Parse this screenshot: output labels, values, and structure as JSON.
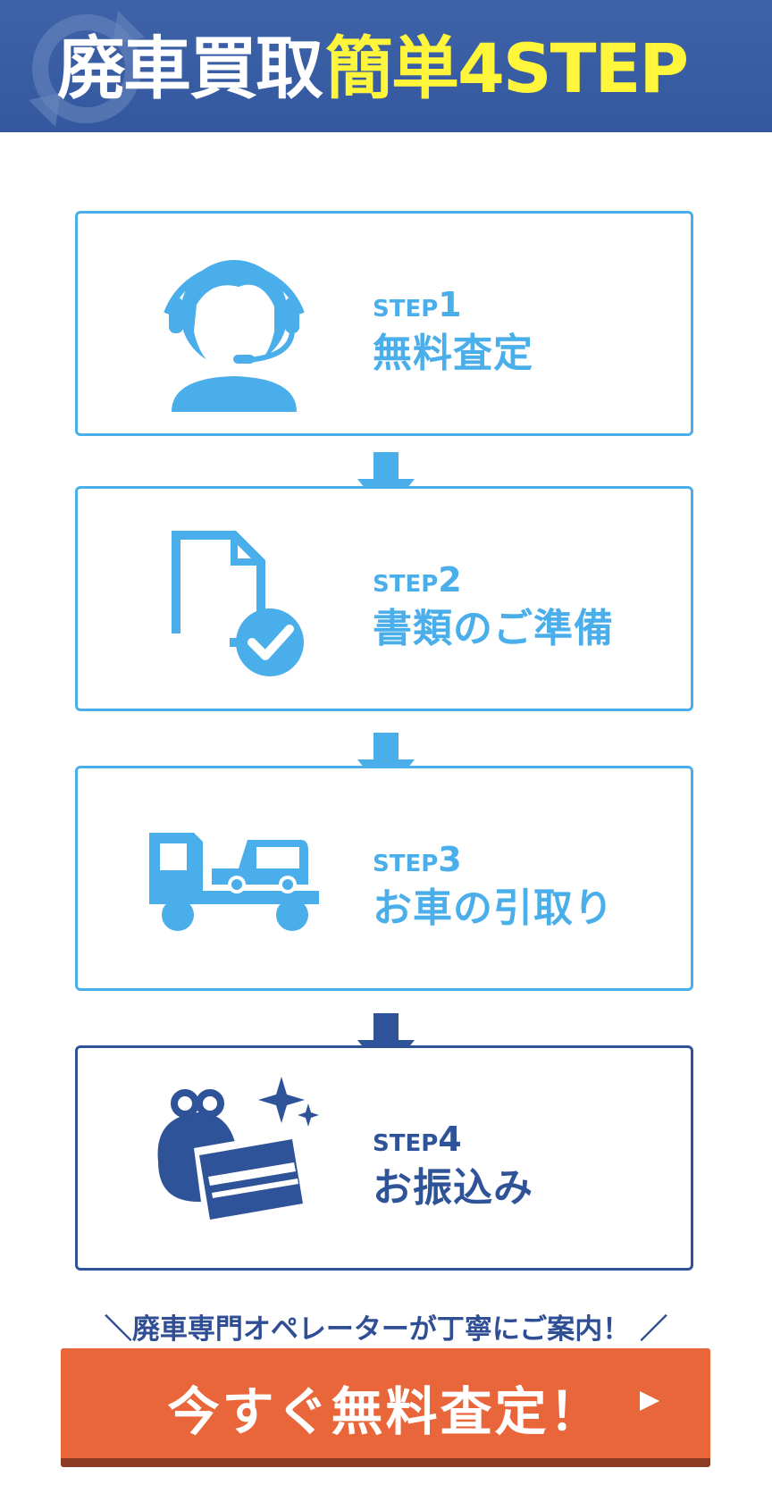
{
  "header": {
    "title_white": "廃車買取",
    "title_yellow": "簡単4STEP",
    "icon": "recycle-icon"
  },
  "steps": [
    {
      "step_word": "STEP",
      "number": "1",
      "title": "無料査定",
      "icon": "operator-headset-icon"
    },
    {
      "step_word": "STEP",
      "number": "2",
      "title": "書類のご準備",
      "icon": "document-check-icon"
    },
    {
      "step_word": "STEP",
      "number": "3",
      "title": "お車の引取り",
      "icon": "tow-truck-icon"
    },
    {
      "step_word": "STEP",
      "number": "4",
      "title": "お振込み",
      "icon": "wallet-card-icon"
    }
  ],
  "tagline": "＼廃車専門オペレーターが丁寧にご案内！ ／",
  "cta": {
    "label": "今すぐ無料査定！",
    "icon": "play-arrow-icon"
  },
  "colors": {
    "header_bg": "#3a5ea5",
    "title_yellow": "#fff53a",
    "light_blue": "#4aaeea",
    "dark_blue": "#2f5398",
    "cta_orange": "#e9663a"
  }
}
